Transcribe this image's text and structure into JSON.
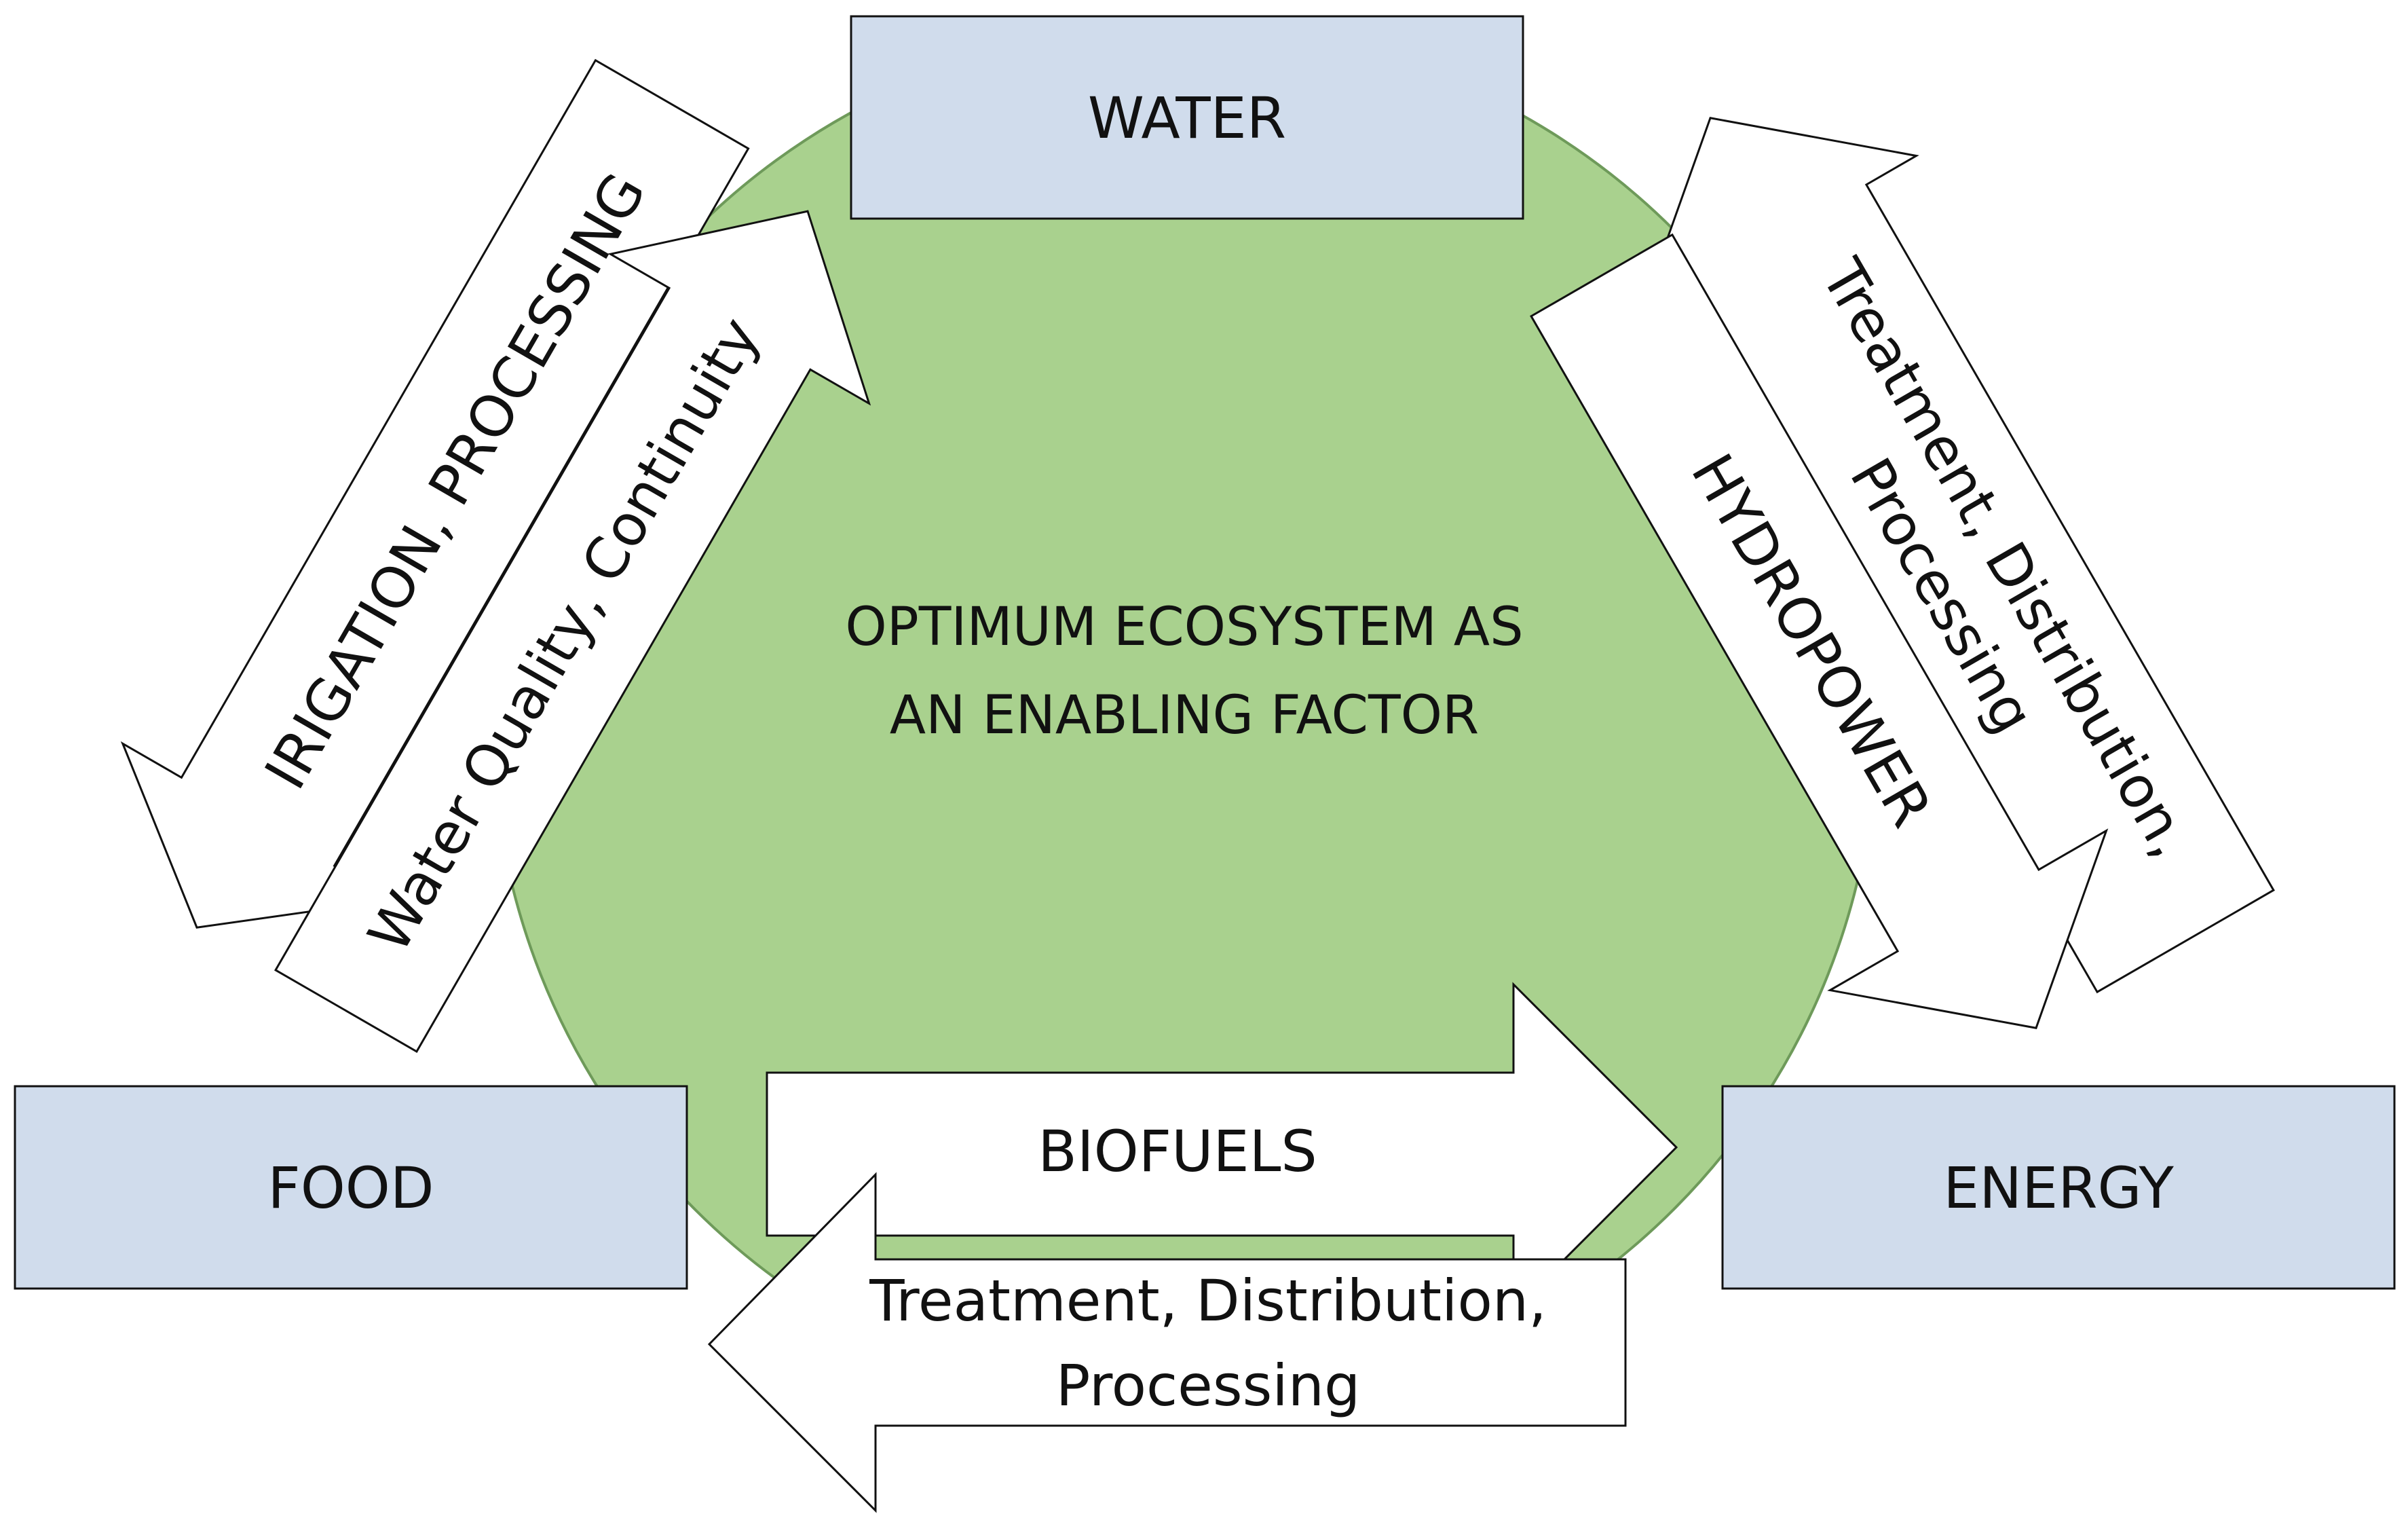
{
  "colors": {
    "circle_fill": "#a9d18e",
    "circle_stroke": "#6e9a5a",
    "box_fill": "#d0dcec",
    "arrow_fill": "#ffffff",
    "outline": "#111111"
  },
  "center": {
    "line1": "OPTIMUM ECOSYSTEM AS",
    "line2": "AN ENABLING FACTOR"
  },
  "nodes": {
    "water": "WATER",
    "food": "FOOD",
    "energy": "ENERGY"
  },
  "flows": {
    "water_to_food": "IRIGATION, PROCESSING",
    "food_to_water": "Water Quality, Continuity",
    "water_to_energy": "HYDROPOWER",
    "energy_to_water": {
      "line1": "Treatment, Distribution,",
      "line2": "Processing"
    },
    "food_to_energy": "BIOFUELS",
    "energy_to_food": {
      "line1": "Treatment, Distribution,",
      "line2": "Processing"
    }
  }
}
